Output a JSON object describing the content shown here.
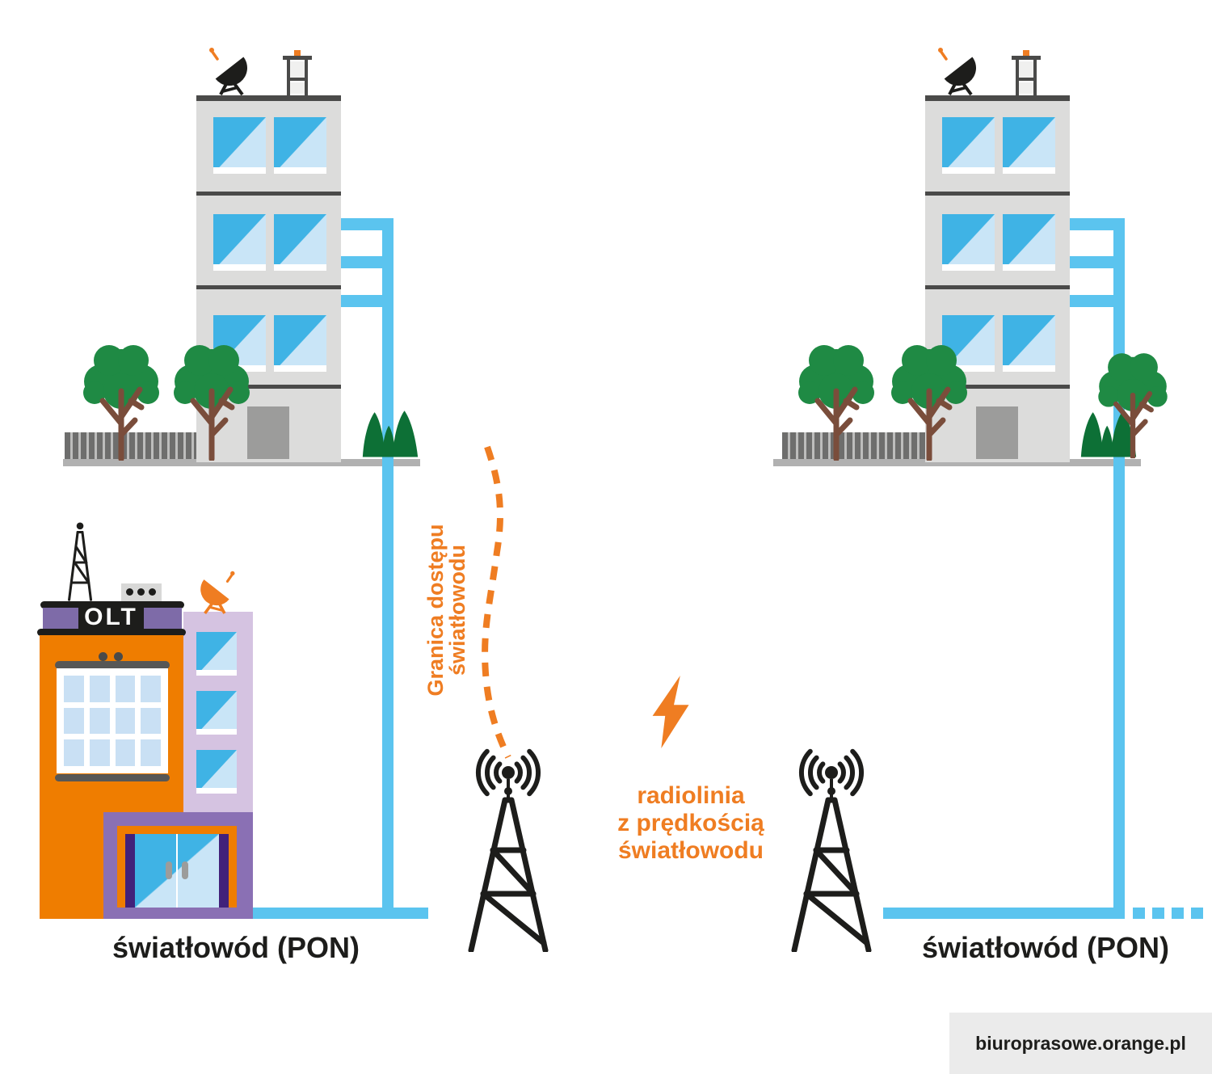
{
  "labels": {
    "olt_sign": "OLT",
    "fiber_left": "światłowód (PON)",
    "fiber_right": "światłowód (PON)",
    "boundary": {
      "line1": "Granica dostępu",
      "line2": "światłowodu"
    },
    "radio_link": {
      "line1": "radiolinia",
      "line2": "z prędkością",
      "line3": "światłowodu"
    },
    "watermark": "biuroprasowe.orange.pl"
  },
  "colors": {
    "brand_orange": "#ef7d22",
    "building_orange": "#ef7d00",
    "fiber_blue": "#5bc4ef",
    "window_blue_dark": "#3fb3e5",
    "window_blue_light": "#c9e5f7",
    "building_gray": "#dcdcdb",
    "detail_dark_gray": "#4a4a49",
    "ground_gray": "#b1b1b1",
    "door_gray": "#9c9c9b",
    "fence_gray": "#6e6e6d",
    "tree_green": "#1f8a44",
    "bush_green": "#0d7036",
    "trunk_brown": "#7a4d3b",
    "band_purple": "#7e6ba8",
    "frame_purple": "#8a70b4",
    "deep_purple": "#41217a",
    "lilac": "#d5c3e1",
    "ink_black": "#1d1d1b",
    "watermark_bg": "#ebebeb"
  },
  "icons": {
    "satellite-dish-icon": "black parabolic dish with orange feed",
    "satellite-dish-orange-icon": "orange parabolic dish",
    "cell-antenna-icon": "rooftop mobile antenna mast",
    "lattice-antenna-icon": "small lattice mast on OLT roof",
    "radio-tower-icon": "lattice radio tower emitting radio waves",
    "lightning-icon": "lightning bolt",
    "tree-icon": "deciduous tree",
    "bush-icon": "grass bushes"
  }
}
